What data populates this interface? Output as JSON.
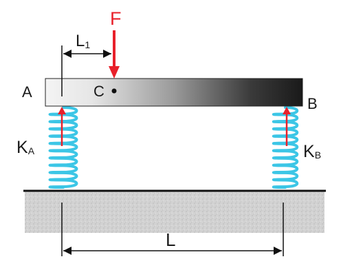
{
  "labels": {
    "force": "F",
    "l1_main": "L",
    "l1_sub": "1",
    "point_c": "C",
    "end_a": "A",
    "end_b": "B",
    "ka_main": "K",
    "ka_sub": "A",
    "kb_main": "K",
    "kb_sub": "B",
    "span": "L"
  },
  "colors": {
    "force_arrow": "#e8202a",
    "reaction_arrow": "#e8202a",
    "spring": "#3cc6e6",
    "beam_light": "#f2f2f2",
    "beam_dark": "#1e1e1e",
    "ground": "#cfcfcf",
    "line": "#111111"
  }
}
